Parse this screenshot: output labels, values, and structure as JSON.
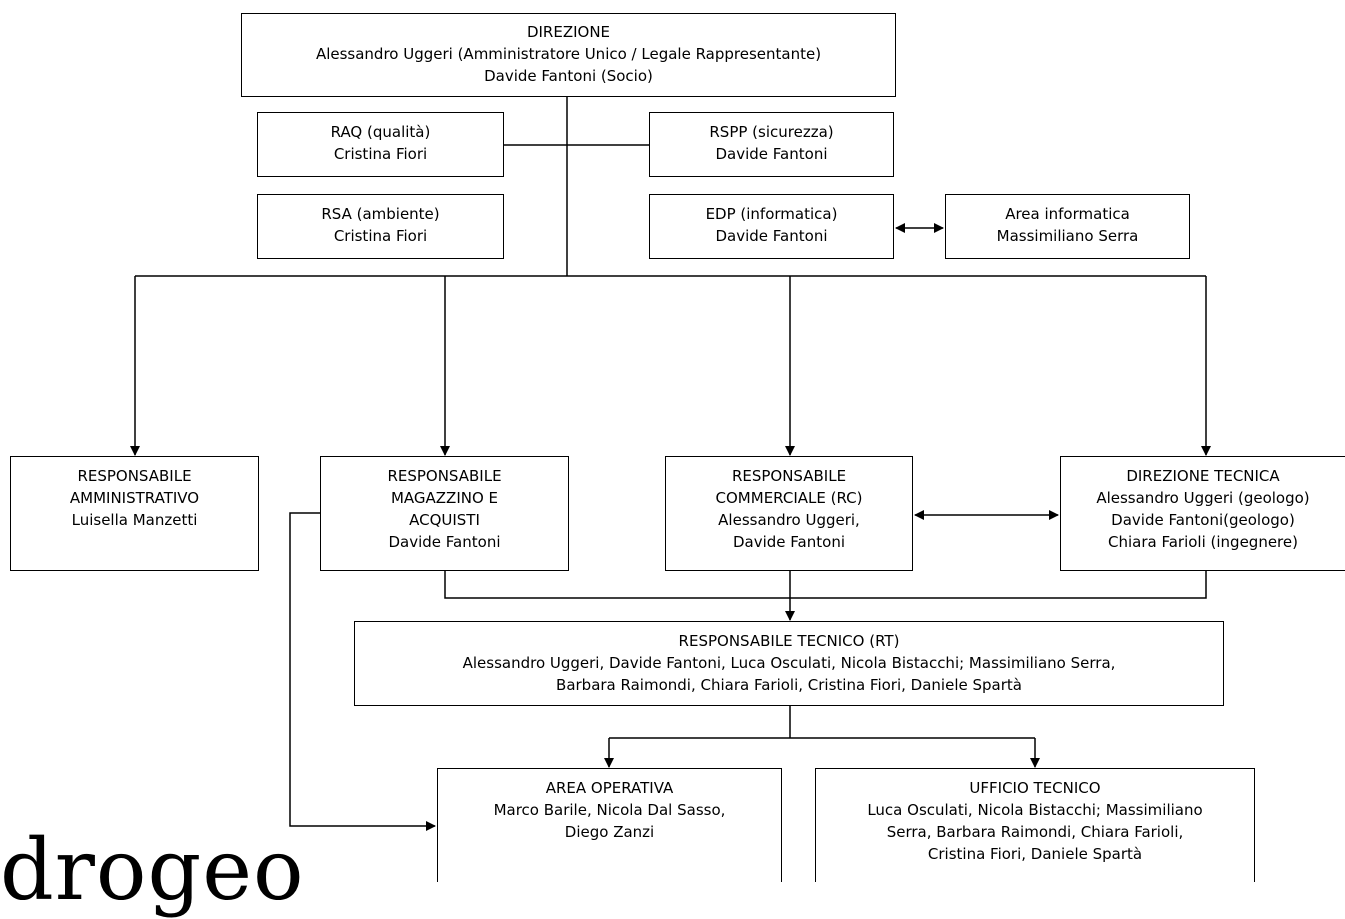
{
  "org_chart": {
    "direzione": [
      "DIREZIONE",
      "Alessandro Uggeri (Amministratore Unico / Legale Rappresentante)",
      "Davide Fantoni (Socio)"
    ],
    "raq": [
      "RAQ (qualità)",
      "Cristina Fiori"
    ],
    "rspp": [
      "RSPP (sicurezza)",
      "Davide Fantoni"
    ],
    "rsa": [
      "RSA (ambiente)",
      "Cristina Fiori"
    ],
    "edp": [
      "EDP (informatica)",
      "Davide Fantoni"
    ],
    "area_informatica": [
      "Area informatica",
      "Massimiliano Serra"
    ],
    "responsabile_amministrativo": [
      "RESPONSABILE",
      "AMMINISTRATIVO",
      "Luisella Manzetti"
    ],
    "responsabile_magazzino": [
      "RESPONSABILE",
      "MAGAZZINO E",
      "ACQUISTI",
      "Davide Fantoni"
    ],
    "responsabile_commerciale": [
      "RESPONSABILE",
      "COMMERCIALE (RC)",
      "Alessandro Uggeri,",
      "Davide Fantoni"
    ],
    "direzione_tecnica": [
      "DIREZIONE TECNICA",
      "Alessandro Uggeri (geologo)",
      "Davide Fantoni(geologo)",
      "Chiara Farioli (ingegnere)"
    ],
    "responsabile_tecnico": [
      "RESPONSABILE TECNICO (RT)",
      "Alessandro Uggeri, Davide Fantoni, Luca Osculati, Nicola Bistacchi; Massimiliano Serra,",
      "Barbara Raimondi, Chiara Farioli, Cristina Fiori, Daniele Spartà"
    ],
    "area_operativa": [
      "AREA OPERATIVA",
      "Marco Barile, Nicola Dal Sasso,",
      "Diego Zanzi"
    ],
    "ufficio_tecnico": [
      "UFFICIO TECNICO",
      "Luca Osculati, Nicola Bistacchi; Massimiliano",
      "Serra, Barbara Raimondi, Chiara Farioli,",
      "Cristina Fiori, Daniele Spartà"
    ]
  },
  "watermark_text": "drogeo"
}
